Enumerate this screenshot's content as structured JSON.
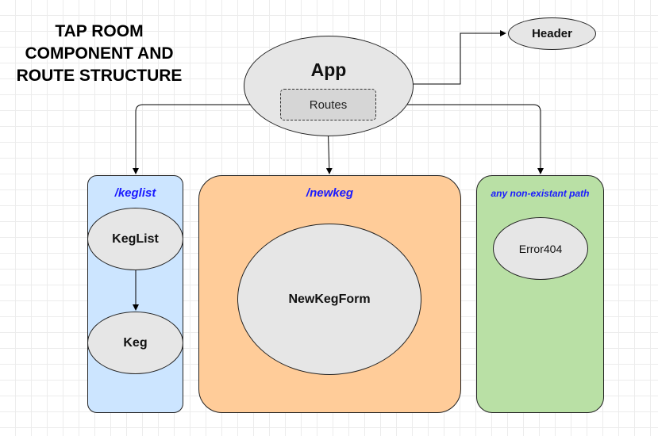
{
  "title": {
    "line1": "TAP ROOM",
    "line2": "COMPONENT AND",
    "line3": "ROUTE STRUCTURE"
  },
  "nodes": {
    "app": "App",
    "routes": "Routes",
    "header": "Header",
    "keglist": "KegList",
    "keg": "Keg",
    "newkegform": "NewKegForm",
    "error404": "Error404"
  },
  "panels": {
    "keglist_path": "/keglist",
    "newkeg_path": "/newkeg",
    "other_path": "any non-existant path"
  },
  "colors": {
    "keglist_panel": "#cce5ff",
    "newkeg_panel": "#ffcc99",
    "other_panel": "#b9e0a5",
    "path_label": "#1a1aff"
  }
}
